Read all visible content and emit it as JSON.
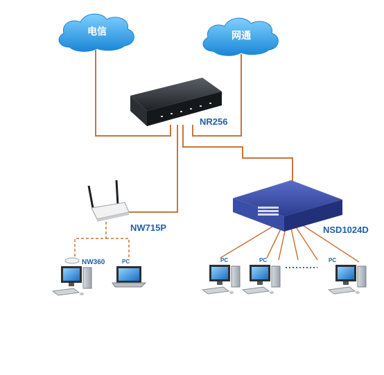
{
  "clouds": {
    "telecom": "电信",
    "netcom": "网通"
  },
  "devices": {
    "router": "NR256",
    "wireless_router": "NW715P",
    "switch": "NSD1024D",
    "wireless_adapter": "NW360"
  },
  "pcs": {
    "wireless_pc": "PC",
    "switch_pc_1": "PC",
    "switch_pc_2": "PC",
    "switch_pc_3": "PC"
  },
  "colors": {
    "cable": "#c8743a",
    "cloud": "#2f9be0",
    "label": "#1f5fa8"
  }
}
